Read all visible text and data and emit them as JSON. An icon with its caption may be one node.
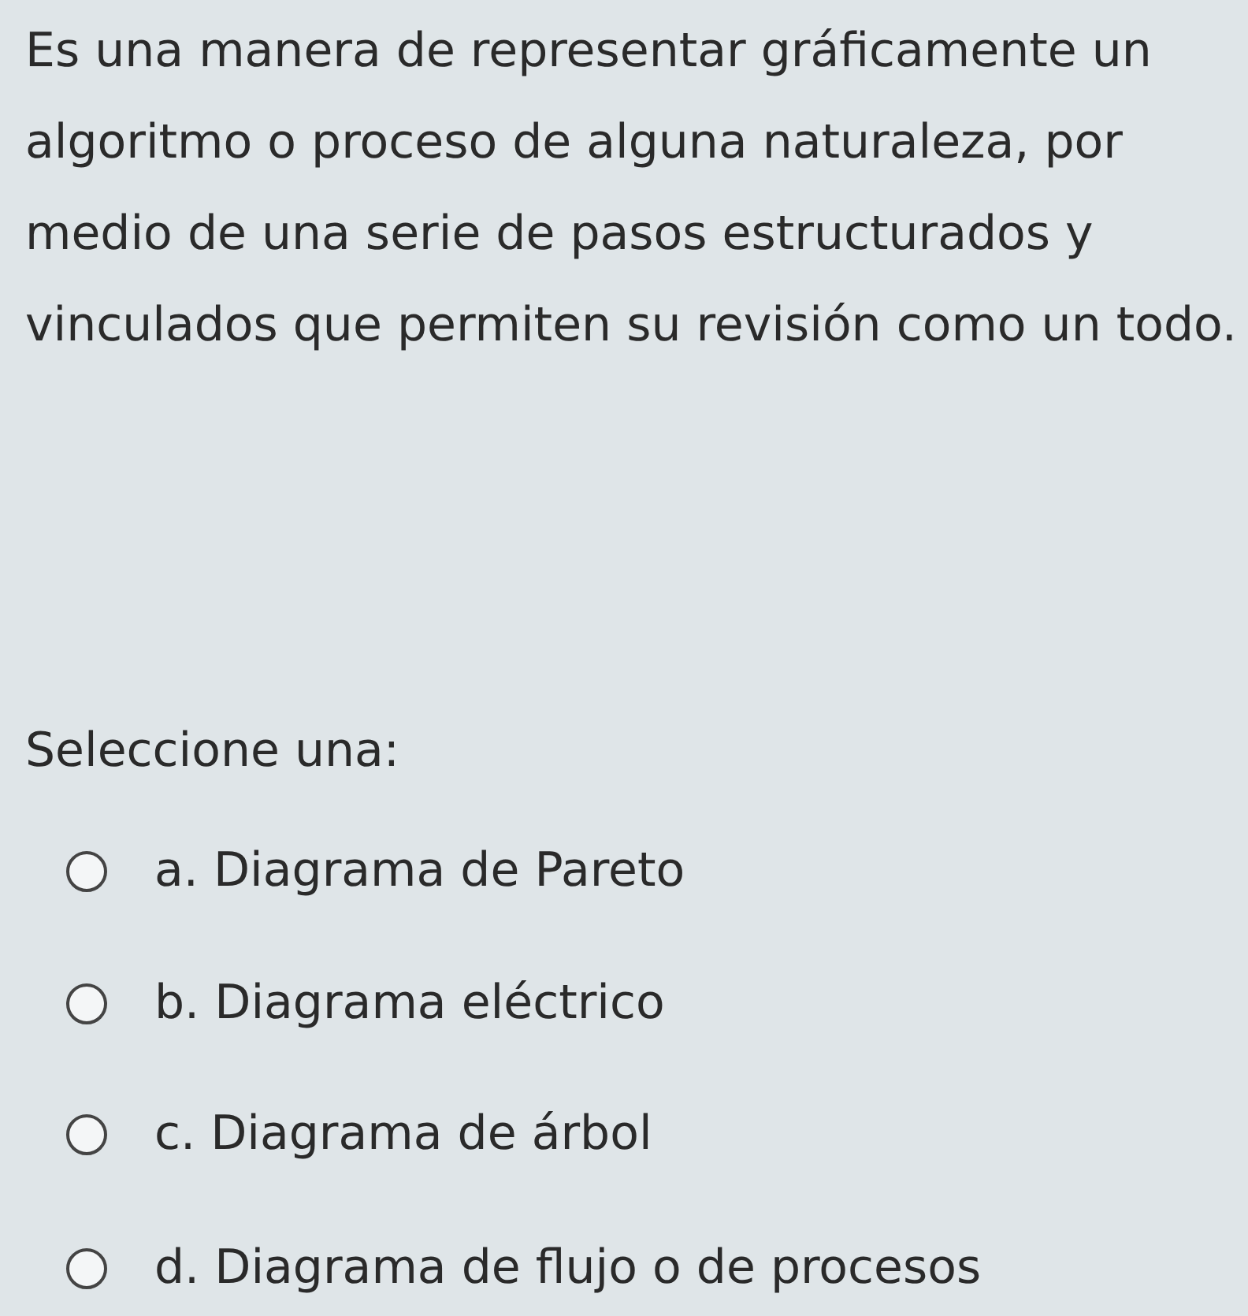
{
  "diagram": {
    "labels": [
      "Es una manera de representar gráficamente un algoritmo o proceso de alguna naturaleza, por medio de una serie de pasos estructurados y vinculados que permiten su revisión como un todo.",
      "Seleccione una:",
      "a. Diagrama de Pareto",
      "b. Diagrama eléctrico",
      "c. Diagrama de árbol",
      "d. Diagrama de flujo o de procesos"
    ]
  }
}
